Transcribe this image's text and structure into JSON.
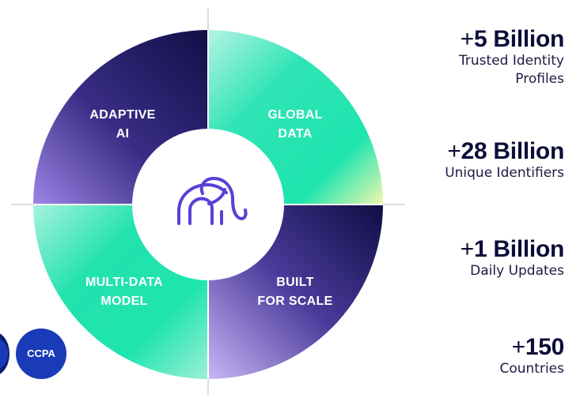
{
  "segments": {
    "top_left": [
      "ADAPTIVE",
      "AI"
    ],
    "top_right": [
      "GLOBAL",
      "DATA"
    ],
    "bottom_left": [
      "MULTI-DATA",
      "MODEL"
    ],
    "bottom_right": [
      "BUILT",
      "FOR SCALE"
    ]
  },
  "center_icon": "elephant-icon",
  "stats": [
    {
      "plus": "+",
      "value": "5 Billion",
      "desc": [
        "Trusted Identity",
        "Profiles"
      ]
    },
    {
      "plus": "+",
      "value": "28 Billion",
      "desc": [
        "Unique Identifiers"
      ]
    },
    {
      "plus": "+",
      "value": "1 Billion",
      "desc": [
        "Daily Updates"
      ]
    },
    {
      "plus": "+",
      "value": "150",
      "desc": [
        "Countries"
      ]
    }
  ],
  "badges": {
    "ccpa": "CCPA"
  },
  "colors": {
    "navy": "#0f0f45",
    "purple": "#7b5fd6",
    "lavender": "#c5b2f5",
    "mint": "#1ee4ae",
    "mint_light": "#a7f2df",
    "pale_yellow": "#eef7b0",
    "icon_purple": "#5b3fd6",
    "badge_blue": "#1a3bb8"
  }
}
